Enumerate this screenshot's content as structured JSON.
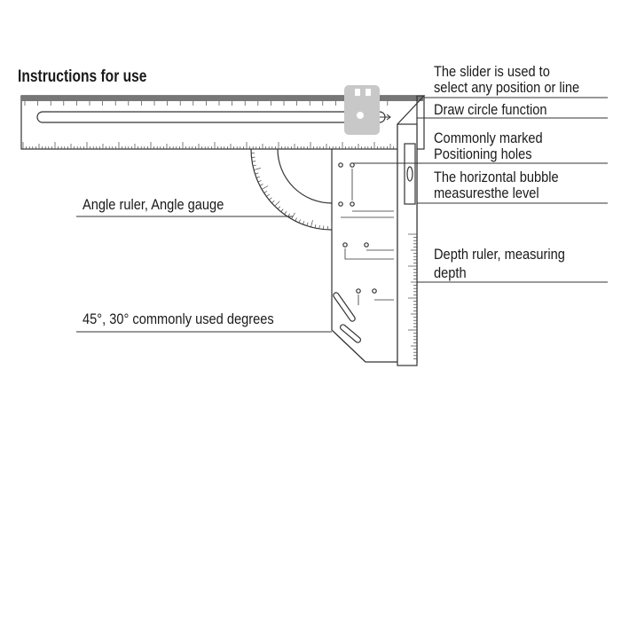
{
  "title": "Instructions for use",
  "labels": {
    "slider": [
      "The slider is used to",
      "select any position or line"
    ],
    "circle": "Draw circle function",
    "holes": [
      "Commonly marked",
      "Positioning holes"
    ],
    "bubble": [
      "The horizontal bubble",
      "measuresthe level"
    ],
    "depth": [
      "Depth ruler, measuring",
      "depth"
    ],
    "angle": "Angle ruler, Angle gauge",
    "degrees": "45°, 30° commonly used degrees"
  },
  "colors": {
    "line": "#333333",
    "slider": "#c8c8c8"
  }
}
